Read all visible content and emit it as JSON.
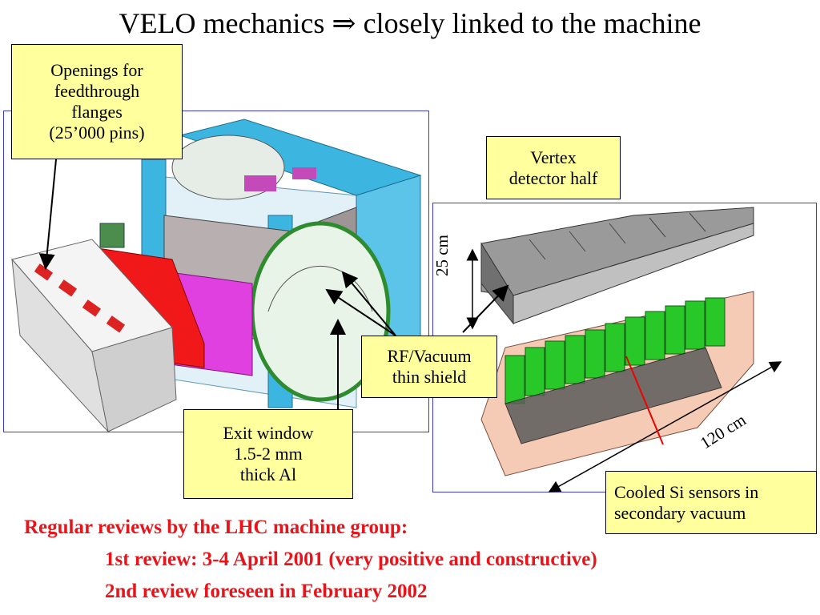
{
  "title": "VELO mechanics ⇒ closely linked to the machine",
  "callouts": {
    "openings": "Openings for\nfeedthrough\nflanges\n(25’000 pins)",
    "vertex_half": "Vertex\ndetector half",
    "rf_shield": "RF/Vacuum\nthin shield",
    "exit_window": "Exit window\n1.5-2 mm\nthick Al",
    "cooled_si": "Cooled Si sensors in\nsecondary vacuum"
  },
  "dimensions": {
    "height": "25 cm",
    "length": "120 cm"
  },
  "footer": {
    "line1": "Regular reviews by the LHC machine group:",
    "line2": "1st review: 3-4 April 2001 (very positive and constructive)",
    "line3": "2nd review foreseen in February 2002"
  },
  "colors": {
    "callout_fill": "#ffff9e",
    "panel_border": "#3b3bd0",
    "footer_text": "#e8141a"
  }
}
